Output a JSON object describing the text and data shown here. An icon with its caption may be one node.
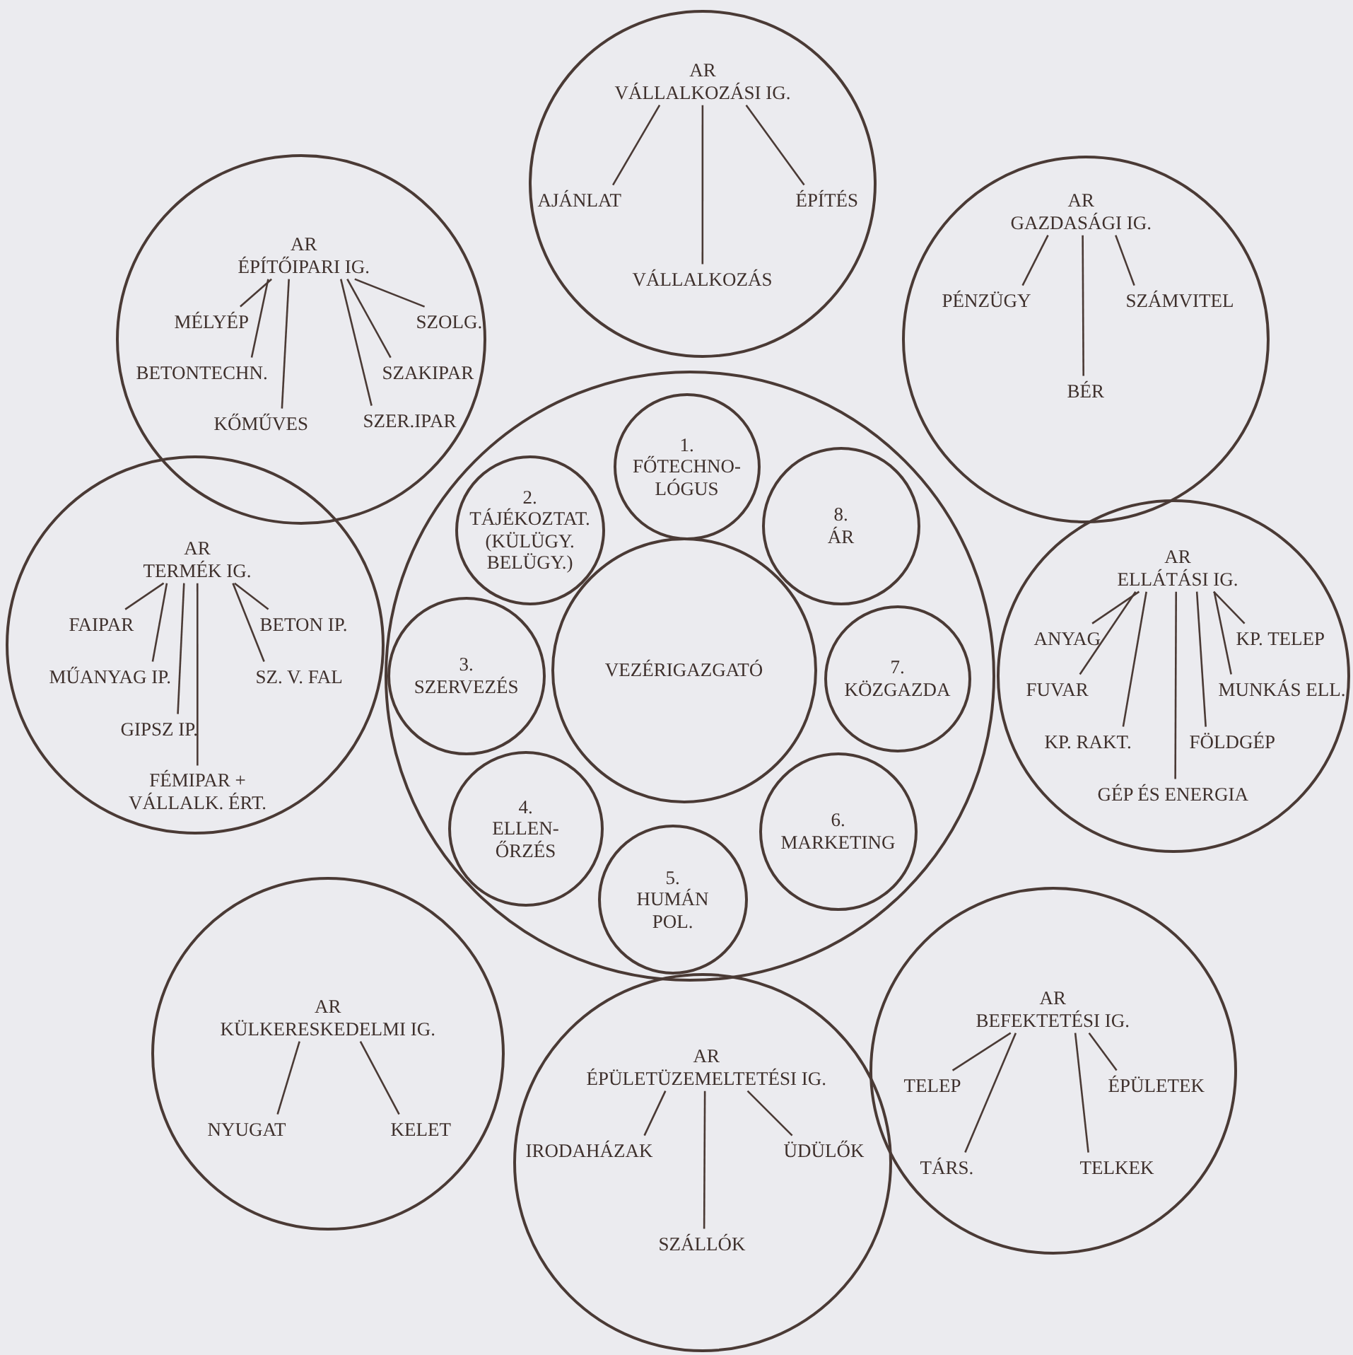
{
  "diagram": {
    "nodes": [
      {
        "text": [],
        "shape": "circle"
      },
      {
        "text": [
          "VEZÉRIGAZGATÓ"
        ],
        "in": 0
      },
      {
        "text": [
          "1.",
          "FŐTECHNO-LÓGUS"
        ],
        "in": 0
      },
      {
        "text": [
          "2.",
          "TÁJÉKOZTAT. (KÜLÜGY. BELÜGY.)"
        ],
        "in": 0
      },
      {
        "text": [
          "3.",
          "SZERVEZÉS"
        ],
        "in": 0
      },
      {
        "text": [
          "4.",
          "ELLEN-ŐRZÉS"
        ],
        "in": 0
      },
      {
        "text": [
          "5.",
          "HUMÁN POL."
        ],
        "in": 0
      },
      {
        "text": [
          "6.",
          "MARKETING"
        ],
        "in": 0
      },
      {
        "text": [
          "7.",
          "KÖZGAZDA"
        ],
        "in": 0
      },
      {
        "text": [
          "8.",
          "ÁR"
        ],
        "in": 0
      },
      {
        "text": [],
        "shape": "circle"
      },
      {
        "text": [
          "AR",
          "VÁLLALKOZÁSI IG."
        ],
        "in": 10
      },
      {
        "text": [
          "AJÁNLAT"
        ],
        "in": 10
      },
      {
        "text": [
          "ÉPÍTÉS"
        ],
        "in": 10
      },
      {
        "text": [
          "VÁLLALKOZÁS"
        ],
        "in": 10
      },
      {
        "text": [],
        "shape": "circle"
      },
      {
        "text": [
          "AR",
          "ÉPÍTŐIPARI IG."
        ],
        "in": 15
      },
      {
        "text": [
          "MÉLYÉP"
        ],
        "in": 15
      },
      {
        "text": [
          "SZOLG."
        ],
        "in": 15
      },
      {
        "text": [
          "BETONTECHN."
        ],
        "in": 15
      },
      {
        "text": [
          "SZAKIPAR"
        ],
        "in": 15
      },
      {
        "text": [
          "KŐMŰVES"
        ],
        "in": 15
      },
      {
        "text": [
          "SZER.IPAR"
        ],
        "in": 15
      },
      {
        "text": [],
        "shape": "circle"
      },
      {
        "text": [
          "AR",
          "GAZDASÁGI IG."
        ],
        "in": 23
      },
      {
        "text": [
          "PÉNZÜGY"
        ],
        "in": 23
      },
      {
        "text": [
          "SZÁMVITEL"
        ],
        "in": 23
      },
      {
        "text": [
          "BÉR"
        ],
        "in": 23
      },
      {
        "text": [],
        "shape": "circle"
      },
      {
        "text": [
          "AR",
          "TERMÉK IG."
        ],
        "in": 28
      },
      {
        "text": [
          "FAIPAR"
        ],
        "in": 28
      },
      {
        "text": [
          "BETON IP."
        ],
        "in": 28
      },
      {
        "text": [
          "MŰANYAG IP."
        ],
        "in": 28
      },
      {
        "text": [
          "SZ. V. FAL"
        ],
        "in": 28
      },
      {
        "text": [
          "GIPSZ IP."
        ],
        "in": 28
      },
      {
        "text": [
          "FÉMIPAR + VÁLLALK. ÉRT."
        ],
        "in": 28
      },
      {
        "text": [],
        "shape": "circle"
      },
      {
        "text": [
          "AR",
          "ELLÁTÁSI IG."
        ],
        "in": 36
      },
      {
        "text": [
          "ANYAG"
        ],
        "in": 36
      },
      {
        "text": [
          "KP. TELEP"
        ],
        "in": 36
      },
      {
        "text": [
          "FUVAR"
        ],
        "in": 36
      },
      {
        "text": [
          "MUNKÁS ELL."
        ],
        "in": 36
      },
      {
        "text": [
          "KP. RAKT."
        ],
        "in": 36
      },
      {
        "text": [
          "FÖLDGÉP"
        ],
        "in": 36
      },
      {
        "text": [
          "GÉP ÉS ENERGIA"
        ],
        "in": 36
      },
      {
        "text": [],
        "shape": "circle"
      },
      {
        "text": [
          "AR",
          "KÜLKERESKEDELMI IG."
        ],
        "in": 45
      },
      {
        "text": [
          "NYUGAT"
        ],
        "in": 45
      },
      {
        "text": [
          "KELET"
        ],
        "in": 45
      },
      {
        "text": [],
        "shape": "circle"
      },
      {
        "text": [
          "AR",
          "ÉPÜLETÜZEMELTETÉSI IG."
        ],
        "in": 49
      },
      {
        "text": [
          "IRODAHÁZAK"
        ],
        "in": 49
      },
      {
        "text": [
          "ÜDÜLŐK"
        ],
        "in": 49
      },
      {
        "text": [
          "SZÁLLÓK"
        ],
        "in": 49
      },
      {
        "text": [],
        "shape": "circle"
      },
      {
        "text": [
          "AR",
          "BEFEKTETÉSI IG."
        ],
        "in": 54
      },
      {
        "text": [
          "TELEP"
        ],
        "in": 54
      },
      {
        "text": [
          "ÉPÜLETEK"
        ],
        "in": 54
      },
      {
        "text": [
          "TÁRS."
        ],
        "in": 54
      },
      {
        "text": [
          "TELKEK"
        ],
        "in": 54
      }
    ],
    "edges": [
      {
        "from": 11,
        "to": 12,
        "arrow": "none"
      },
      {
        "from": 11,
        "to": 13,
        "arrow": "none"
      },
      {
        "from": 11,
        "to": 14,
        "arrow": "none"
      },
      {
        "from": 16,
        "to": 17,
        "arrow": "none"
      },
      {
        "from": 16,
        "to": 18,
        "arrow": "none"
      },
      {
        "from": 16,
        "to": 19,
        "arrow": "none"
      },
      {
        "from": 16,
        "to": 20,
        "arrow": "none"
      },
      {
        "from": 16,
        "to": 21,
        "arrow": "none"
      },
      {
        "from": 16,
        "to": 22,
        "arrow": "none"
      },
      {
        "from": 24,
        "to": 25,
        "arrow": "none"
      },
      {
        "from": 24,
        "to": 26,
        "arrow": "none"
      },
      {
        "from": 24,
        "to": 27,
        "arrow": "none"
      },
      {
        "from": 29,
        "to": 30,
        "arrow": "none"
      },
      {
        "from": 29,
        "to": 31,
        "arrow": "none"
      },
      {
        "from": 29,
        "to": 32,
        "arrow": "none"
      },
      {
        "from": 29,
        "to": 33,
        "arrow": "none"
      },
      {
        "from": 29,
        "to": 34,
        "arrow": "none"
      },
      {
        "from": 29,
        "to": 35,
        "arrow": "none"
      },
      {
        "from": 37,
        "to": 38,
        "arrow": "none"
      },
      {
        "from": 37,
        "to": 39,
        "arrow": "none"
      },
      {
        "from": 37,
        "to": 40,
        "arrow": "none"
      },
      {
        "from": 37,
        "to": 41,
        "arrow": "none"
      },
      {
        "from": 37,
        "to": 42,
        "arrow": "none"
      },
      {
        "from": 37,
        "to": 43,
        "arrow": "none"
      },
      {
        "from": 37,
        "to": 44,
        "arrow": "none"
      },
      {
        "from": 46,
        "to": 47,
        "arrow": "none"
      },
      {
        "from": 46,
        "to": 48,
        "arrow": "none"
      },
      {
        "from": 50,
        "to": 51,
        "arrow": "none"
      },
      {
        "from": 50,
        "to": 52,
        "arrow": "none"
      },
      {
        "from": 50,
        "to": 53,
        "arrow": "none"
      },
      {
        "from": 55,
        "to": 56,
        "arrow": "none"
      },
      {
        "from": 55,
        "to": 57,
        "arrow": "none"
      },
      {
        "from": 55,
        "to": 58,
        "arrow": "none"
      },
      {
        "from": 55,
        "to": 59,
        "arrow": "none"
      }
    ]
  }
}
